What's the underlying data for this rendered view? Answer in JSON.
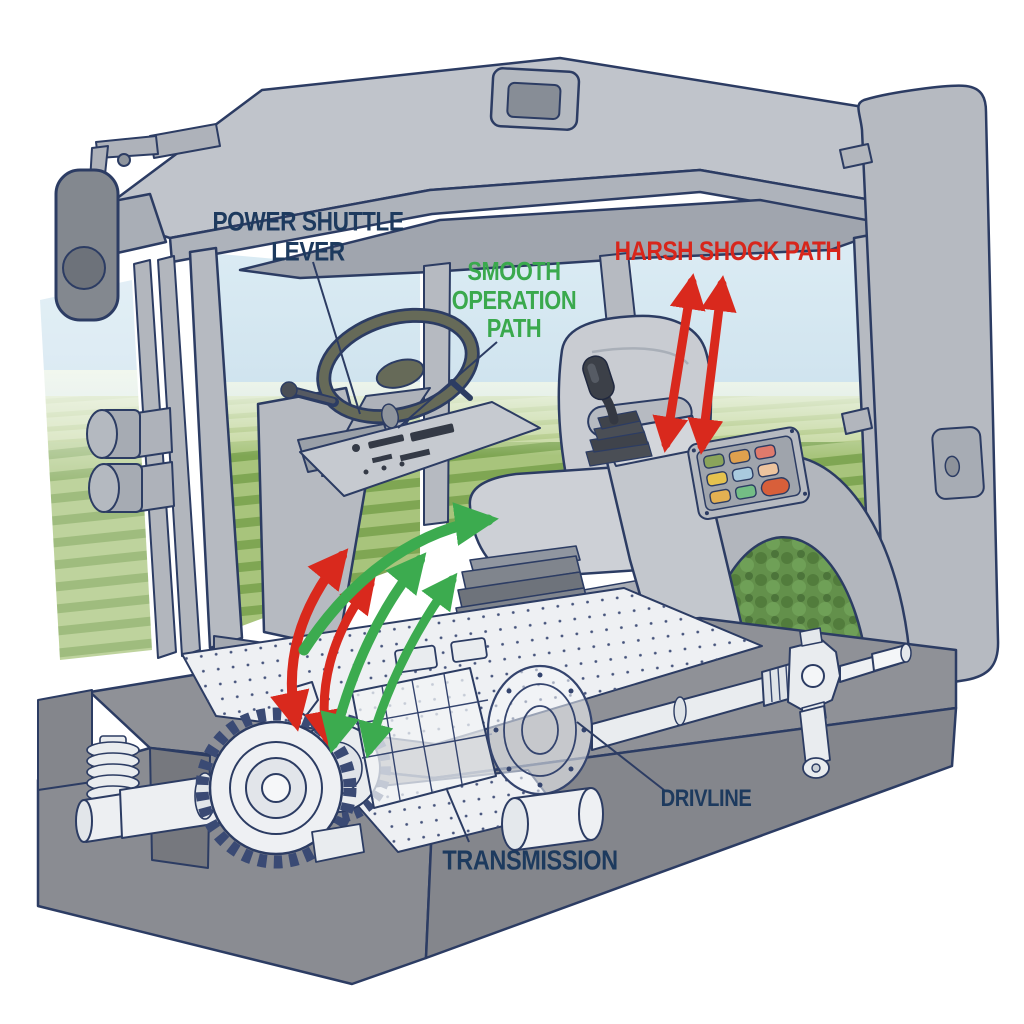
{
  "labels": {
    "power_shuttle_lever": {
      "text": "POWER SHUTTLE\nLEVER",
      "color": "#1d3a5e"
    },
    "smooth_operation_path": {
      "text": "SMOOTH\nOPERATION\nPATH",
      "color": "#3aa94d"
    },
    "harsh_shock_path": {
      "text": "HARSH SHOCK PATH",
      "color": "#d8261b"
    },
    "driveline": {
      "text": "DRIVLINE",
      "color": "#1d3a5e"
    },
    "transmission": {
      "text": "TRANSMISSION",
      "color": "#1d3a5e"
    }
  },
  "colors": {
    "ink": "#2c3c63",
    "red": "#d9291d",
    "green": "#3cab4f",
    "navy": "#1d3a5e"
  },
  "arrows": {
    "smooth_path": {
      "color": "#3cab4f",
      "style": "curved double-headed arrows between transmission gear and operator seat, plus one arrow pointing at seat cushion"
    },
    "harsh_path": {
      "color": "#d9291d",
      "style": "curved double-headed arrows from shuttle lever down to transmission gear, plus two straight double-headed arrows rising beside the seat toward the label"
    }
  },
  "parts": [
    "cab roof",
    "roof work light",
    "left rear-view mirror",
    "left work lights",
    "windshield pillars",
    "open right door",
    "door handle",
    "steering wheel",
    "power shuttle lever",
    "dashboard console",
    "operator seat",
    "seat suspension bellows",
    "armrest",
    "joystick with rubber boot",
    "button control panel",
    "rear fender arch",
    "perforated cab floor",
    "transmission gears",
    "gear housing",
    "bell housing",
    "clutch drum",
    "driveline shaft",
    "universal joint",
    "chassis block",
    "coil spring"
  ]
}
